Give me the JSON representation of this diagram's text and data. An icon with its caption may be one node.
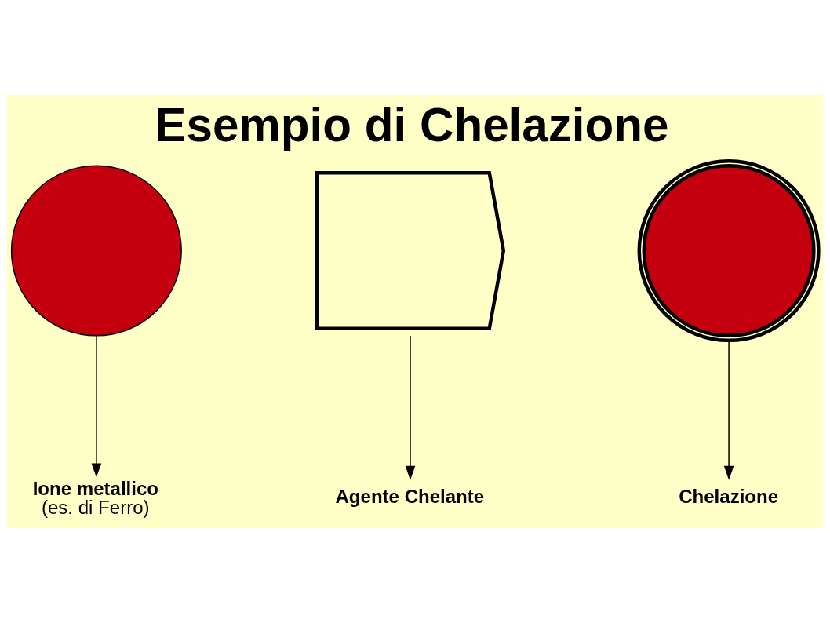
{
  "diagram": {
    "title": "Esempio di Chelazione",
    "nodes": [
      {
        "text": [],
        "shape": "circle"
      },
      {
        "text": [],
        "shape": "bracket"
      },
      {
        "text": [],
        "shape": "circle"
      },
      {
        "text": [
          "Ione metallico",
          "(es. di Ferro)"
        ]
      },
      {
        "text": [
          "Agente Chelante"
        ]
      },
      {
        "text": [
          "Chelazione"
        ]
      }
    ],
    "edges": [
      {
        "from": 0,
        "to": 3,
        "arrow": "to"
      },
      {
        "from": 1,
        "to": 4,
        "arrow": "to"
      },
      {
        "from": 2,
        "to": 5,
        "arrow": "to"
      }
    ]
  }
}
